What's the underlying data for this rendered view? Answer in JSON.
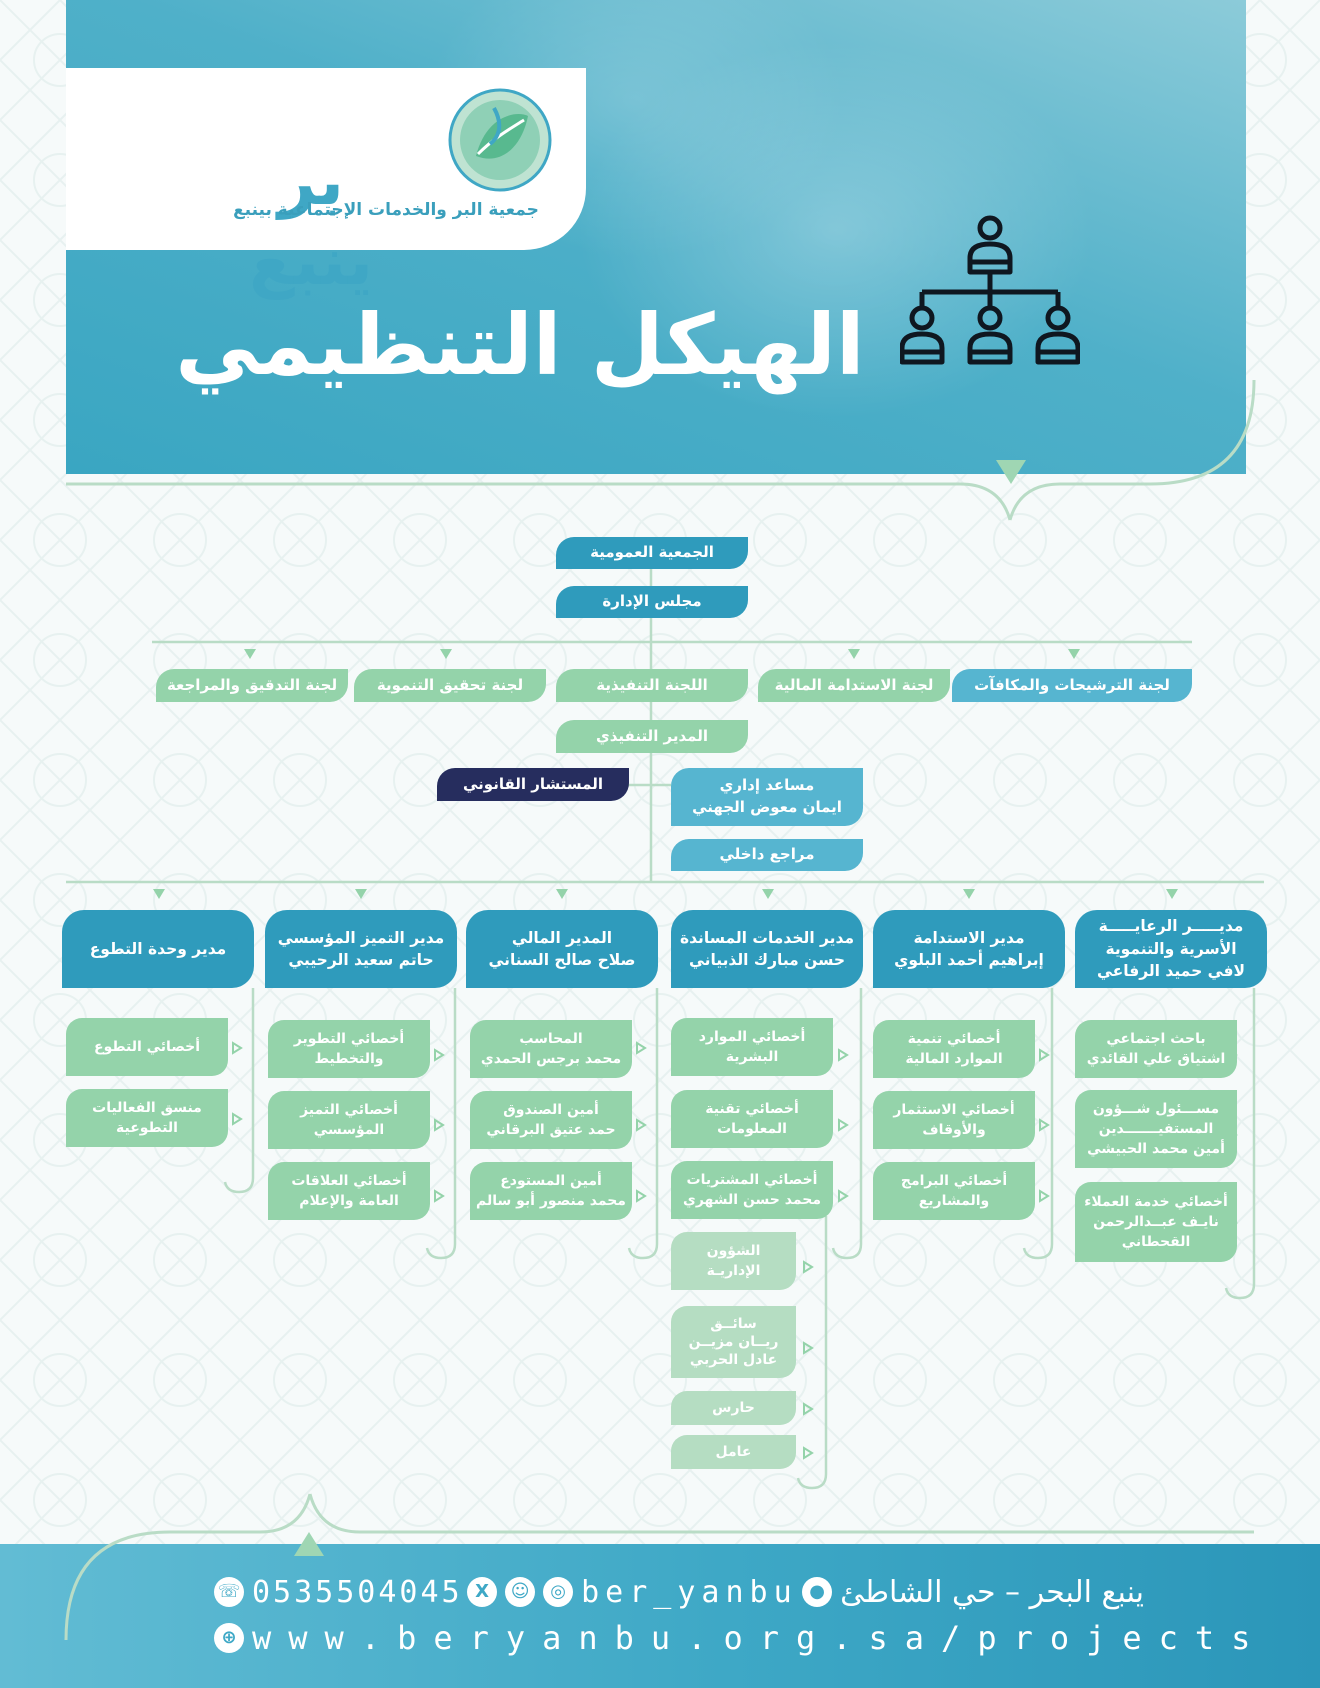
{
  "header": {
    "logo_text": "بر ينبع",
    "logo_tagline": "جمعية البر والخدمات الإجتماعية بينبع",
    "title": "الهيكل التنظيمي"
  },
  "colors": {
    "primary": "#2f9bbc",
    "green": "#94d3aa",
    "pale_green": "#b5ddc2",
    "light_blue": "#56b5d0",
    "navy": "#262d5e",
    "line": "#b9dcc6"
  },
  "icons": [
    "org-chart-icon",
    "phone-icon",
    "x-icon",
    "snapchat-icon",
    "instagram-icon",
    "location-icon",
    "globe-icon"
  ],
  "chart_data": {
    "type": "org-chart",
    "top": {
      "general_assembly": "الجمعية العمومية",
      "board": "مجلس الإدارة"
    },
    "committees": [
      "لجنة الترشيحات والمكافآت",
      "لجنة الاستدامة المالية",
      "اللجنة التنفيذية",
      "لجنة تحقيق التنموية",
      "لجنة التدقيق والمراجعة"
    ],
    "executive_director": "المدير التنفيذي",
    "legal_advisor": "المستشار القانوني",
    "admin_assistant": {
      "title": "مساعد إداري",
      "name": "ايمان معوض الجهني"
    },
    "internal_auditor": "مراجع داخلي",
    "departments": [
      {
        "head": [
          "مديـــــر الرعايـــــة",
          "الأسرية والتنموية",
          "لافي حميد الرفاعي"
        ],
        "members": [
          [
            "باحث اجتماعي",
            "اشتياق علي القائدي"
          ],
          [
            "مســـئول شـــؤون",
            "المستفيـــــــدين",
            "أمين محمد الحبيشي"
          ],
          [
            "أخصائي خدمة العملاء",
            "نايـف عبــدالرحمن",
            "القحطاني"
          ]
        ]
      },
      {
        "head": [
          "مدير الاستدامة",
          "إبراهيم أحمد البلوي"
        ],
        "members": [
          [
            "أخصائي تنمية",
            "الموارد المالية"
          ],
          [
            "أخصائي الاستثمار",
            "والأوقاف"
          ],
          [
            "أخصائي البرامج",
            "والمشاريع"
          ]
        ]
      },
      {
        "head": [
          "مدير الخدمات المساندة",
          "حسن مبارك الذبياني"
        ],
        "members": [
          [
            "أخصائي الموارد",
            "البشرية"
          ],
          [
            "أخصائي تقنية",
            "المعلومات"
          ],
          [
            "أخصائي المشتريات",
            "محمد حسن الشهري"
          ]
        ],
        "sub_members": [
          [
            "الشؤون",
            "الإداريـة"
          ],
          [
            "سائــق",
            "ريــان مزيــن",
            "عادل الحربي"
          ],
          [
            "حارس"
          ],
          [
            "عامل"
          ]
        ]
      },
      {
        "head": [
          "المدير المالي",
          "صلاح صالح السناني"
        ],
        "members": [
          [
            "المحاسب",
            "محمد برجس الحمدي"
          ],
          [
            "أمين الصندوق",
            "حمد عتيق البرقاني"
          ],
          [
            "أمين المستودع",
            "محمد منصور أبو سالم"
          ]
        ]
      },
      {
        "head": [
          "مدير التميز المؤسسي",
          "حاتم سعيد الرحيبي"
        ],
        "members": [
          [
            "أخصائي التطوير",
            "والتخطيط"
          ],
          [
            "أخصائي التميز",
            "المؤسسي"
          ],
          [
            "أخصائي العلاقات",
            "العامة والإعلام"
          ]
        ]
      },
      {
        "head": [
          "مدير وحدة التطوع"
        ],
        "members": [
          [
            "أخصائي التطوع"
          ],
          [
            "منسق الفعاليات",
            "التطوعية"
          ]
        ]
      }
    ]
  },
  "footer": {
    "address": "ينبع البحر – حي الشاطئ",
    "handle": "ber_yanbu",
    "phone": "0535504045",
    "website": "www.beryanbu.org.sa/projects"
  }
}
